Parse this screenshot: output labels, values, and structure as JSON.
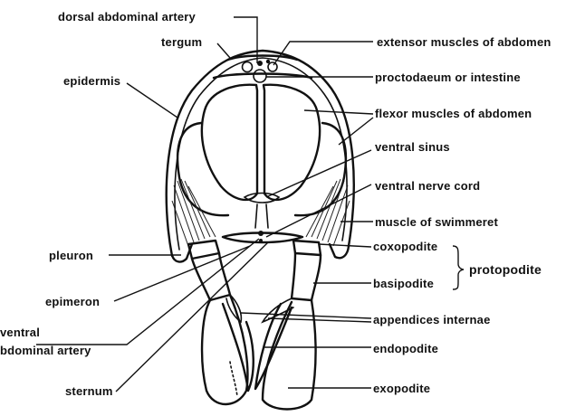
{
  "labels": {
    "dorsal_abdominal_artery": "dorsal abdominal artery",
    "tergum": "tergum",
    "epidermis": "epidermis",
    "extensor_muscles": "extensor muscles of abdomen",
    "proctodaeum": "proctodaeum or intestine",
    "flexor_muscles": "flexor muscles of abdomen",
    "ventral_sinus": "ventral sinus",
    "ventral_nerve_cord": "ventral nerve cord",
    "muscle_of_swimmeret": "muscle of swimmeret",
    "pleuron": "pleuron",
    "coxopodite": "coxopodite",
    "protopodite": "protopodite",
    "basipodite": "basipodite",
    "epimeron": "epimeron",
    "appendices_internae": "appendices internae",
    "ventral_abdominal_artery_1": "ventral",
    "ventral_abdominal_artery_2": "bdominal artery",
    "endopodite": "endopodite",
    "sternum": "sternum",
    "exopodite": "exopodite"
  },
  "colors": {
    "ink": "#111111",
    "background": "#ffffff"
  }
}
